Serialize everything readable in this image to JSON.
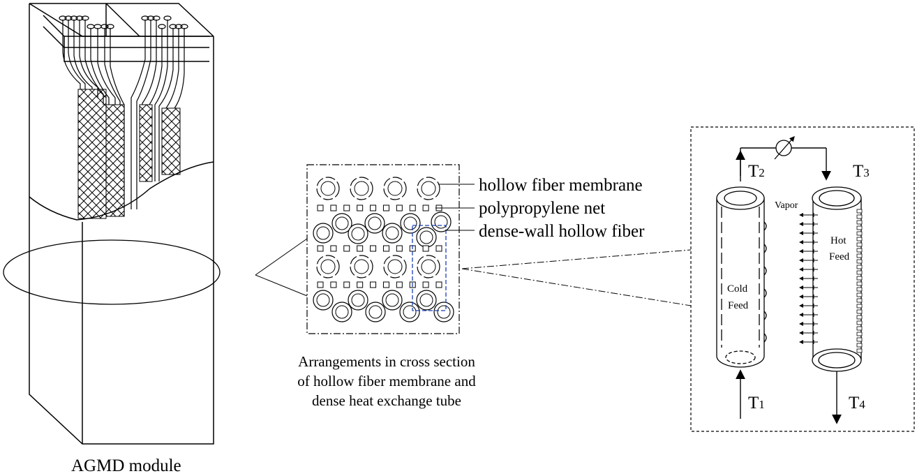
{
  "labels": {
    "module": "AGMD module",
    "caption_line1": "Arrangements in cross section",
    "caption_line2": "of hollow fiber membrane and",
    "caption_line3": "dense heat exchange tube",
    "hollow_fiber_membrane": "hollow fiber membrane",
    "polypropylene_net": "polypropylene net",
    "dense_wall_hollow_fiber": "dense-wall hollow fiber",
    "t1": "T",
    "t1_sub": "1",
    "t2": "T",
    "t2_sub": "2",
    "t3": "T",
    "t3_sub": "3",
    "t4": "T",
    "t4_sub": "4",
    "vapor": "Vapor",
    "hot": "Hot",
    "feed_hot": "Feed",
    "cold": "Cold",
    "feed_cold": "Feed"
  },
  "colors": {
    "ink": "#000000",
    "highlight": "#1a3fb5"
  }
}
